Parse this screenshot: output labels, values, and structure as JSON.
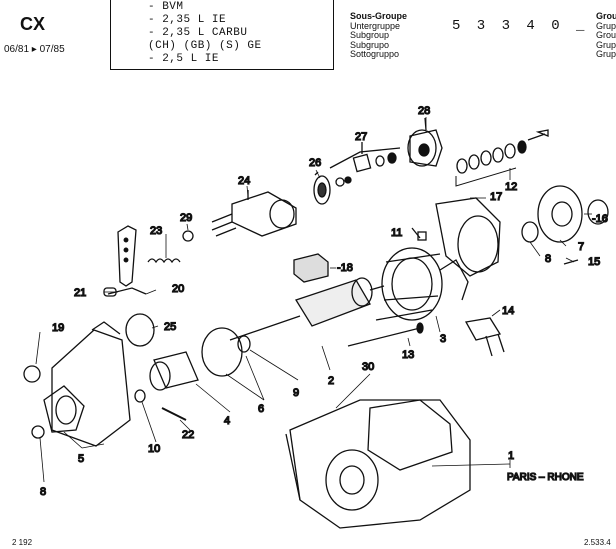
{
  "header": {
    "model": "CX",
    "dates": "06/81 ▸ 07/85",
    "versions": [
      "- BVM",
      "- 2,35 L IE",
      "- 2,35 L CARBU",
      "  (CH) (GB) (S) GE",
      "- 2,5 L IE"
    ],
    "subgroup_labels": [
      "Sous-Groupe",
      "Untergruppe",
      "Subgroup",
      "Subgrupo",
      "Sottogruppo"
    ],
    "group_code": "5 3 3  4 0 _",
    "group_labels": [
      "Grou",
      "Grup",
      "Grou",
      "Grup",
      "Grup"
    ]
  },
  "callouts": [
    {
      "id": "c28",
      "text": "28"
    },
    {
      "id": "c27",
      "text": "27"
    },
    {
      "id": "c26",
      "text": "26"
    },
    {
      "id": "c24",
      "text": "24"
    },
    {
      "id": "c12",
      "text": "12"
    },
    {
      "id": "c17",
      "text": "17"
    },
    {
      "id": "c11",
      "text": "11"
    },
    {
      "id": "c16",
      "text": "-16"
    },
    {
      "id": "c29",
      "text": "29"
    },
    {
      "id": "c23",
      "text": "23"
    },
    {
      "id": "c7",
      "text": "7"
    },
    {
      "id": "c8a",
      "text": "8"
    },
    {
      "id": "c15",
      "text": "15"
    },
    {
      "id": "c18",
      "text": "-18"
    },
    {
      "id": "c21",
      "text": "21"
    },
    {
      "id": "c20",
      "text": "20"
    },
    {
      "id": "c19",
      "text": "19"
    },
    {
      "id": "c25",
      "text": "25"
    },
    {
      "id": "c14",
      "text": "14"
    },
    {
      "id": "c3",
      "text": "3"
    },
    {
      "id": "c13",
      "text": "13"
    },
    {
      "id": "c2",
      "text": "2"
    },
    {
      "id": "c30",
      "text": "30"
    },
    {
      "id": "c9",
      "text": "9"
    },
    {
      "id": "c6",
      "text": "6"
    },
    {
      "id": "c4",
      "text": "4"
    },
    {
      "id": "c10",
      "text": "10"
    },
    {
      "id": "c22",
      "text": "22"
    },
    {
      "id": "c5",
      "text": "5"
    },
    {
      "id": "c8b",
      "text": "8"
    },
    {
      "id": "c1",
      "text": "1"
    }
  ],
  "brand_label": "PARIS – RHONE",
  "footer": {
    "page": "2 192",
    "ref": "2.533.4"
  }
}
